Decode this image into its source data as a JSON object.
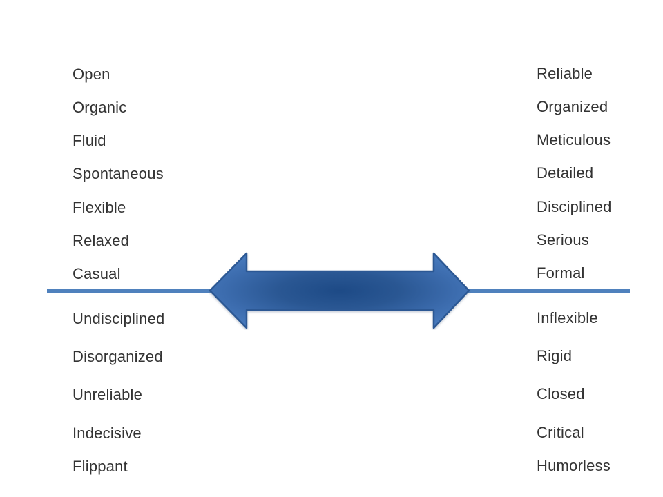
{
  "diagram": {
    "left_top": [
      "Open",
      "Organic",
      "Fluid",
      "Spontaneous",
      "Flexible",
      "Relaxed",
      "Casual"
    ],
    "left_bottom": [
      "Undisciplined",
      "Disorganized",
      "Unreliable",
      "Indecisive",
      "Flippant"
    ],
    "right_top": [
      "Reliable",
      "Organized",
      "Meticulous",
      "Detailed",
      "Disciplined",
      "Serious",
      "Formal"
    ],
    "right_bottom": [
      "Inflexible",
      "Rigid",
      "Closed",
      "Critical",
      "Humorless"
    ],
    "arrow_icon": "double-headed-horizontal-arrow",
    "colors": {
      "axis_line": "#4F81BD",
      "arrow_center": "#1d4a86",
      "arrow_mid": "#2a5793",
      "arrow_outer": "#3c6cae",
      "arrow_edge": "#4a7dc0",
      "arrow_border": "#2c5894",
      "text": "#333333"
    }
  }
}
